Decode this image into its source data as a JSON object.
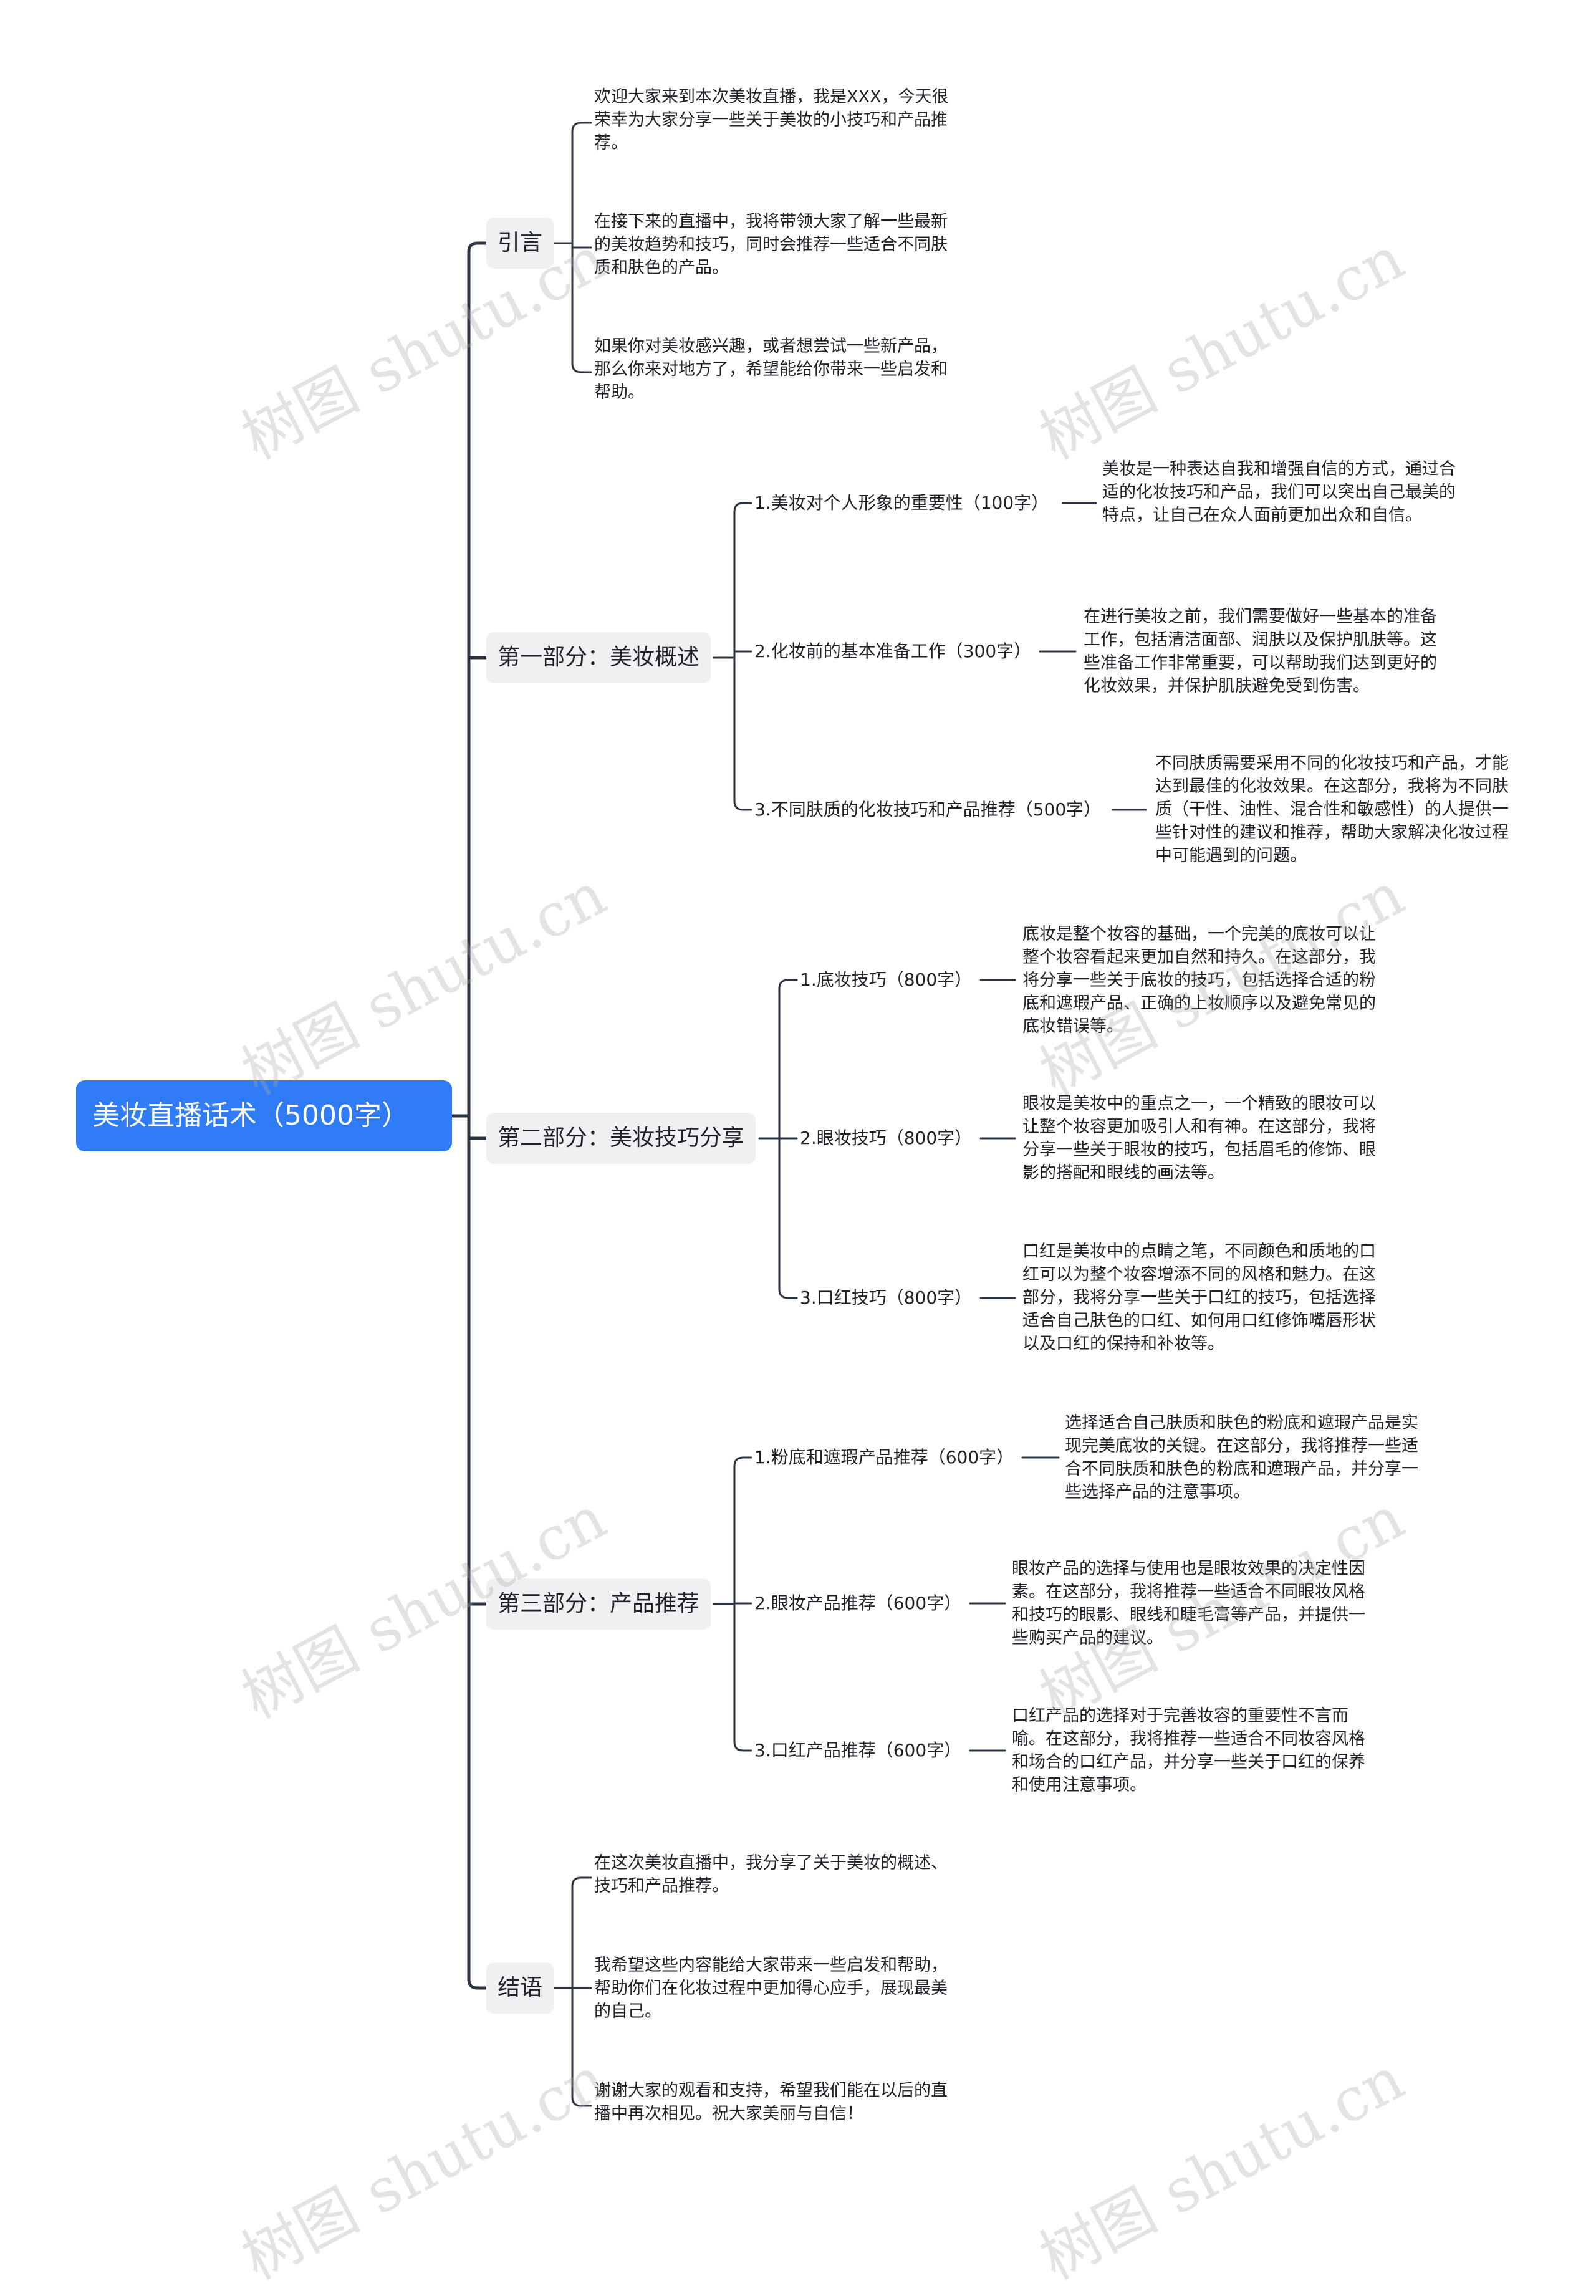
{
  "root": "美妆直播话术（5000字）",
  "sections": {
    "intro": {
      "label": "引言",
      "notes": [
        "欢迎大家来到本次美妆直播，我是XXX，今天很荣幸为大家分享一些关于美妆的小技巧和产品推荐。",
        "在接下来的直播中，我将带领大家了解一些最新的美妆趋势和技巧，同时会推荐一些适合不同肤质和肤色的产品。",
        "如果你对美妆感兴趣，或者想尝试一些新产品，那么你来对地方了，希望能给你带来一些启发和帮助。"
      ]
    },
    "part1": {
      "label": "第一部分：美妆概述",
      "items": [
        {
          "label": "1.美妆对个人形象的重要性（100字）",
          "note": "美妆是一种表达自我和增强自信的方式，通过合适的化妆技巧和产品，我们可以突出自己最美的特点，让自己在众人面前更加出众和自信。"
        },
        {
          "label": "2.化妆前的基本准备工作（300字）",
          "note": "在进行美妆之前，我们需要做好一些基本的准备工作，包括清洁面部、润肤以及保护肌肤等。这些准备工作非常重要，可以帮助我们达到更好的化妆效果，并保护肌肤避免受到伤害。"
        },
        {
          "label": "3.不同肤质的化妆技巧和产品推荐（500字）",
          "note": "不同肤质需要采用不同的化妆技巧和产品，才能达到最佳的化妆效果。在这部分，我将为不同肤质（干性、油性、混合性和敏感性）的人提供一些针对性的建议和推荐，帮助大家解决化妆过程中可能遇到的问题。"
        }
      ]
    },
    "part2": {
      "label": "第二部分：美妆技巧分享",
      "items": [
        {
          "label": "1.底妆技巧（800字）",
          "note": "底妆是整个妆容的基础，一个完美的底妆可以让整个妆容看起来更加自然和持久。在这部分，我将分享一些关于底妆的技巧，包括选择合适的粉底和遮瑕产品、正确的上妆顺序以及避免常见的底妆错误等。"
        },
        {
          "label": "2.眼妆技巧（800字）",
          "note": "眼妆是美妆中的重点之一，一个精致的眼妆可以让整个妆容更加吸引人和有神。在这部分，我将分享一些关于眼妆的技巧，包括眉毛的修饰、眼影的搭配和眼线的画法等。"
        },
        {
          "label": "3.口红技巧（800字）",
          "note": "口红是美妆中的点睛之笔，不同颜色和质地的口红可以为整个妆容增添不同的风格和魅力。在这部分，我将分享一些关于口红的技巧，包括选择适合自己肤色的口红、如何用口红修饰嘴唇形状以及口红的保持和补妆等。"
        }
      ]
    },
    "part3": {
      "label": "第三部分：产品推荐",
      "items": [
        {
          "label": "1.粉底和遮瑕产品推荐（600字）",
          "note": "选择适合自己肤质和肤色的粉底和遮瑕产品是实现完美底妆的关键。在这部分，我将推荐一些适合不同肤质和肤色的粉底和遮瑕产品，并分享一些选择产品的注意事项。"
        },
        {
          "label": "2.眼妆产品推荐（600字）",
          "note": "眼妆产品的选择与使用也是眼妆效果的决定性因素。在这部分，我将推荐一些适合不同眼妆风格和技巧的眼影、眼线和睫毛膏等产品，并提供一些购买产品的建议。"
        },
        {
          "label": "3.口红产品推荐（600字）",
          "note": "口红产品的选择对于完善妆容的重要性不言而喻。在这部分，我将推荐一些适合不同妆容风格和场合的口红产品，并分享一些关于口红的保养和使用注意事项。"
        }
      ]
    },
    "conclusion": {
      "label": "结语",
      "notes": [
        "在这次美妆直播中，我分享了关于美妆的概述、技巧和产品推荐。",
        "我希望这些内容能给大家带来一些启发和帮助，帮助你们在化妆过程中更加得心应手，展现最美的自己。",
        "谢谢大家的观看和支持，希望我们能在以后的直播中再次相见。祝大家美丽与自信！"
      ]
    }
  },
  "watermark": "树图 shutu.cn",
  "colors": {
    "root": "#2f7cf6",
    "line": "#2b3440",
    "section_bg": "#eff0f2"
  }
}
